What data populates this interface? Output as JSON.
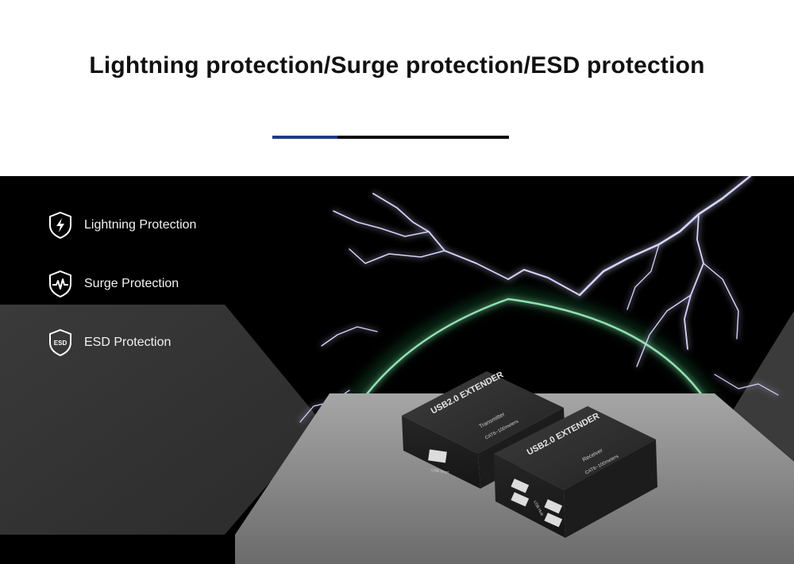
{
  "heading": {
    "title": "Lightning protection/Surge protection/ESD protection"
  },
  "features": [
    {
      "label": "Lightning Protection",
      "icon": "lightning-shield-icon"
    },
    {
      "label": "Surge Protection",
      "icon": "pulse-shield-icon"
    },
    {
      "label": "ESD Protection",
      "icon": "esd-shield-icon",
      "icon_text": "ESD"
    }
  ],
  "devices": {
    "transmitter": {
      "top_text": "USB2.0 EXTENDER",
      "role_text": "Transmitter",
      "spec_text": "CAT6~100meters",
      "port_text": "USB Host"
    },
    "receiver": {
      "top_text": "USB2.0 EXTENDER",
      "role_text": "Receiver",
      "spec_text": "CAT6~100meters",
      "port_text": "USB Hub"
    }
  },
  "colors": {
    "accent_blue": "#1e3a8a",
    "glow_green": "#35e07a",
    "lightning": "#c9c6ff"
  }
}
